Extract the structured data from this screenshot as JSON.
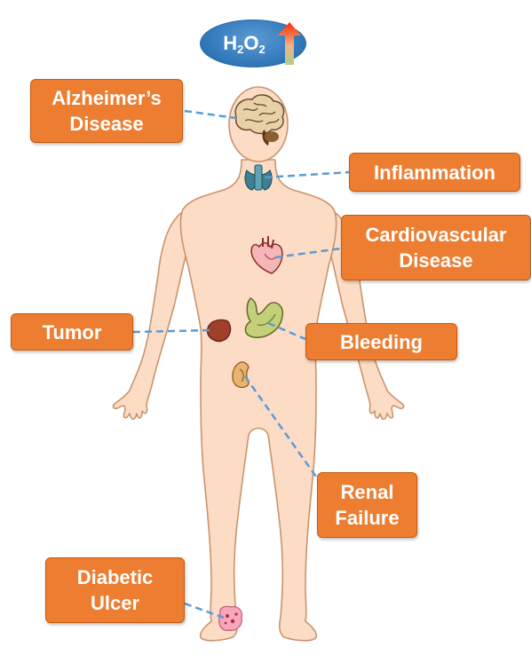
{
  "badge": {
    "text_main": "H",
    "sub1": "2",
    "text_mid": "O",
    "sub2": "2",
    "arrow_icon": "arrow-up-icon"
  },
  "labels": {
    "alzheimers": [
      "Alzheimer’s",
      "Disease"
    ],
    "inflammation": [
      "Inflammation"
    ],
    "cardiovascular": [
      "Cardiovascular",
      "Disease"
    ],
    "tumor": [
      "Tumor"
    ],
    "bleeding": [
      "Bleeding"
    ],
    "renal": [
      "Renal",
      "Failure"
    ],
    "diabetic": [
      "Diabetic",
      "Ulcer"
    ]
  },
  "colors": {
    "label_fill": "#ED7D31",
    "label_border": "#C55A11",
    "skin": "#FDDCC5",
    "skin_outline": "#C9946F",
    "connector": "#5B9BD5",
    "badge_blue": "#2E75B6"
  }
}
